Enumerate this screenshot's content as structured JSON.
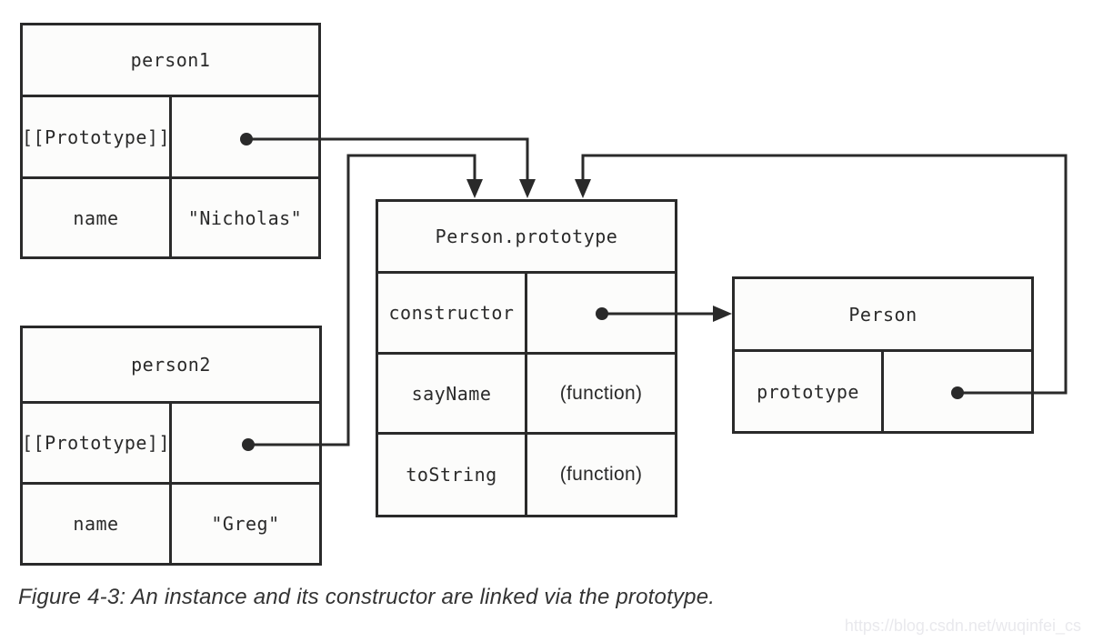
{
  "colors": {
    "ink": "#2a2a2a",
    "box_fill": "#fcfcfb",
    "background": "#ffffff",
    "caption_text": "#333333",
    "watermark_text": "#e9e9ed"
  },
  "icons": {
    "pointer_dot": "●",
    "arrowhead_down": "▼",
    "arrowhead_right": "►"
  },
  "boxes": {
    "person1": {
      "title": "person1",
      "rows": [
        {
          "key": "[[Prototype]]",
          "value": ""
        },
        {
          "key": "name",
          "value": "\"Nicholas\""
        }
      ]
    },
    "person2": {
      "title": "person2",
      "rows": [
        {
          "key": "[[Prototype]]",
          "value": ""
        },
        {
          "key": "name",
          "value": "\"Greg\""
        }
      ]
    },
    "person_prototype": {
      "title": "Person.prototype",
      "rows": [
        {
          "key": "constructor",
          "value": ""
        },
        {
          "key": "sayName",
          "value": "(function)"
        },
        {
          "key": "toString",
          "value": "(function)"
        }
      ]
    },
    "person": {
      "title": "Person",
      "rows": [
        {
          "key": "prototype",
          "value": ""
        }
      ]
    }
  },
  "caption": "Figure 4-3: An instance and its constructor are linked via the prototype.",
  "watermark": "https://blog.csdn.net/wuqinfei_cs"
}
